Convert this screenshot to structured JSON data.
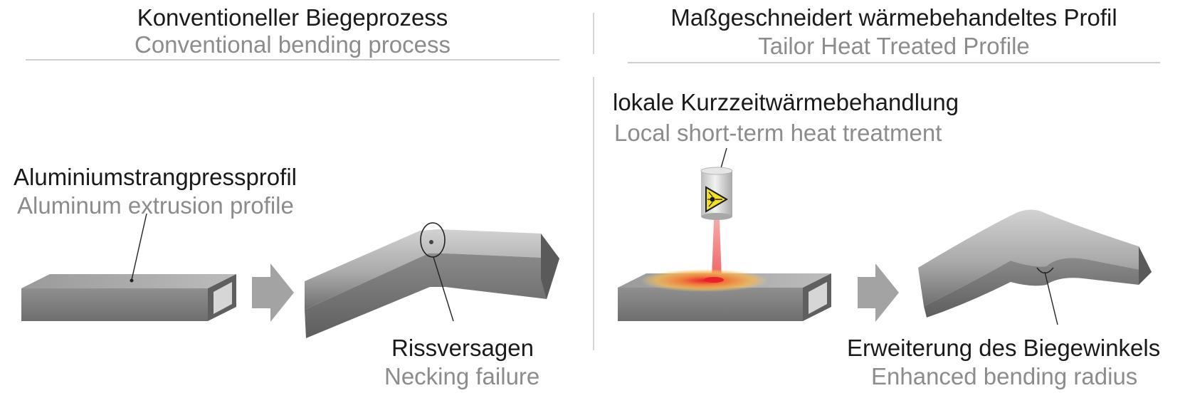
{
  "left_panel": {
    "heading_de": "Konventioneller Biegeprozess",
    "heading_en": "Conventional bending process",
    "profile_label_de": "Aluminiumstrangpressprofil",
    "profile_label_en": "Aluminum extrusion profile",
    "failure_label_de": "Rissversagen",
    "failure_label_en": "Necking failure"
  },
  "right_panel": {
    "heading_de": "Maßgeschneidert wärmebehandeltes Profil",
    "heading_en": "Tailor Heat Treated Profile",
    "treatment_label_de": "lokale Kurzzeitwärmebehandlung",
    "treatment_label_en": "Local short-term heat treatment",
    "result_label_de": "Erweiterung des Biegewinkels",
    "result_label_en": "Enhanced bending radius"
  },
  "colors": {
    "german_text": "#1a1a1a",
    "english_text": "#8c8c8c",
    "divider": "#bdbdbd",
    "arrow": "#a3a3a3",
    "metal_light": "#c4c4c4",
    "metal_dark": "#7a7a7a",
    "heat_core": "#e8202a",
    "heat_glow": "#f5b850",
    "laser_beam": "#f08a8a",
    "warning_sign": "#f2e21a"
  },
  "icons": [
    "laser-head-icon",
    "laser-warning-icon",
    "process-arrow-icon"
  ]
}
